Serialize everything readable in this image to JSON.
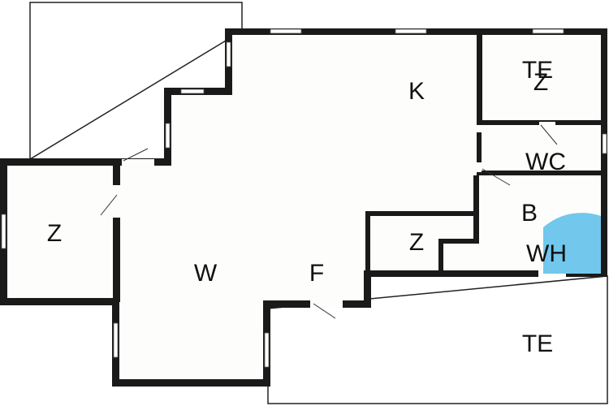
{
  "plan": {
    "accent_color": "#71c8ec",
    "rooms": [
      {
        "id": "living",
        "label": "W"
      },
      {
        "id": "kitchen",
        "label": "K"
      },
      {
        "id": "hall",
        "label": "F"
      },
      {
        "id": "bedroom-left",
        "label": "Z"
      },
      {
        "id": "bedroom-small",
        "label": "Z"
      },
      {
        "id": "bedroom-top-right",
        "label": "Z"
      },
      {
        "id": "terrace-top-right",
        "label": "TE"
      },
      {
        "id": "wc",
        "label": "WC"
      },
      {
        "id": "bath",
        "label": "B"
      },
      {
        "id": "water-heater",
        "label": "WH"
      },
      {
        "id": "terrace-bottom",
        "label": "TE"
      }
    ]
  }
}
